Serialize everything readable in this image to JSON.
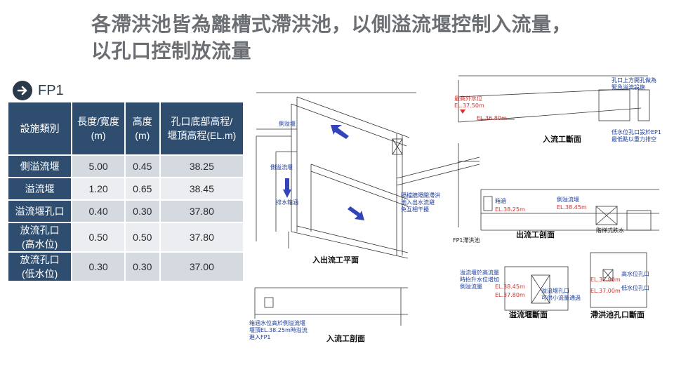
{
  "slide": {
    "title_line1": "各滯洪池皆為離槽式滯洪池，以側溢流堰控制入流量，",
    "title_line2": "以孔口控制放流量"
  },
  "section": {
    "icon": "arrow-right-circle-icon",
    "label": "FP1"
  },
  "table": {
    "headers": [
      "設施類別",
      "長度/寬度\n(m)",
      "高度\n(m)",
      "孔口底部高程/\n堰頂高程(EL.m)"
    ],
    "rows": [
      {
        "name": "側溢流堰",
        "length": "5.00",
        "height": "0.45",
        "elevation": "38.25"
      },
      {
        "name": "溢流堰",
        "length": "1.20",
        "height": "0.65",
        "elevation": "38.45"
      },
      {
        "name": "溢流堰孔口",
        "length": "0.40",
        "height": "0.30",
        "elevation": "37.80"
      },
      {
        "name": "放流孔口\n(高水位)",
        "length": "0.50",
        "height": "0.50",
        "elevation": "37.80"
      },
      {
        "name": "放流孔口\n(低水位)",
        "length": "0.30",
        "height": "0.30",
        "elevation": "37.00"
      }
    ]
  },
  "drawing": {
    "titles": {
      "plan": "入出流工平面",
      "inflow_section": "入流工斷面",
      "outflow_section": "出流工剖面",
      "inflow_profile": "入流工剖面",
      "weir_section": "溢流堰斷面",
      "orifice_section": "滯洪池孔口斷面"
    },
    "labels": {
      "side_weir_top": "側溢堰",
      "side_weir_left": "側溢流堰",
      "drain_pipe": "排水箱涵",
      "box_wall_note": "隔檔牆隔開滯洪\n池入出水流避\n免互相干擾",
      "fp1_pool": "FP1滯洪池",
      "orifice_note": "孔口上方開孔做為\n緊急溢流設施",
      "low_orifice_note": "低水位孔口設於EP1\n最低點以重力排空",
      "max_water": "最高外水位\nEL.37.50m",
      "el_3680": "EL.36.80m",
      "box_culvert": "箱涵",
      "el_3825": "EL.38.25m",
      "side_weir2": "側溢流堰",
      "el_3845": "EL.38.45m",
      "stepped_drop": "階梯式跌水",
      "weir_note": "溢流堰於高流量\n時抬升水位增加\n側溢流量",
      "el_3845b": "EL.38.45m",
      "el_3780": "EL.37.80m",
      "weir_orifice": "溢流堰孔口\n可供小流量通過",
      "el_3780b": "EL.37.80m",
      "el_3700": "EL.37.00m",
      "high_orifice": "高水位孔口",
      "low_orifice": "低水位孔口",
      "bottom_note": "箱涵水位高於側溢流堰\n堰頂EL.38.25m時溢流\n進入FP1"
    }
  }
}
